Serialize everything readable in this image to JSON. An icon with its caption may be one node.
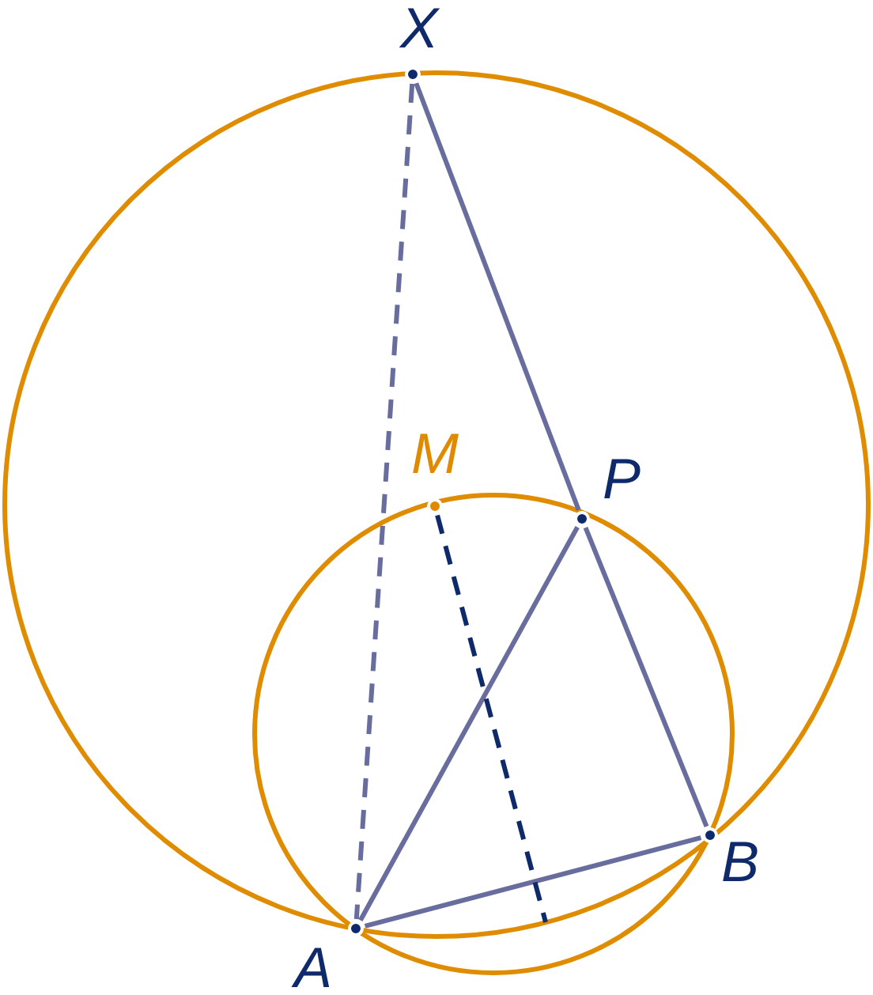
{
  "diagram": {
    "nodes": [
      {
        "text": [
          "X"
        ]
      },
      {
        "text": [
          "M"
        ]
      },
      {
        "text": [
          "P"
        ]
      },
      {
        "text": [
          "A"
        ]
      },
      {
        "text": [
          "B"
        ]
      }
    ],
    "edges": [
      {
        "from": 0,
        "to": 3,
        "arrow": "none",
        "style": "dashed"
      },
      {
        "from": 0,
        "to": 2,
        "arrow": "none"
      },
      {
        "from": 2,
        "to": 4,
        "arrow": "none"
      },
      {
        "from": 3,
        "to": 2,
        "arrow": "none"
      },
      {
        "from": 3,
        "to": 4,
        "arrow": "none"
      },
      {
        "from": 1,
        "to": null,
        "arrow": "none",
        "style": "dashed",
        "color": "#0f2a6b"
      }
    ]
  }
}
